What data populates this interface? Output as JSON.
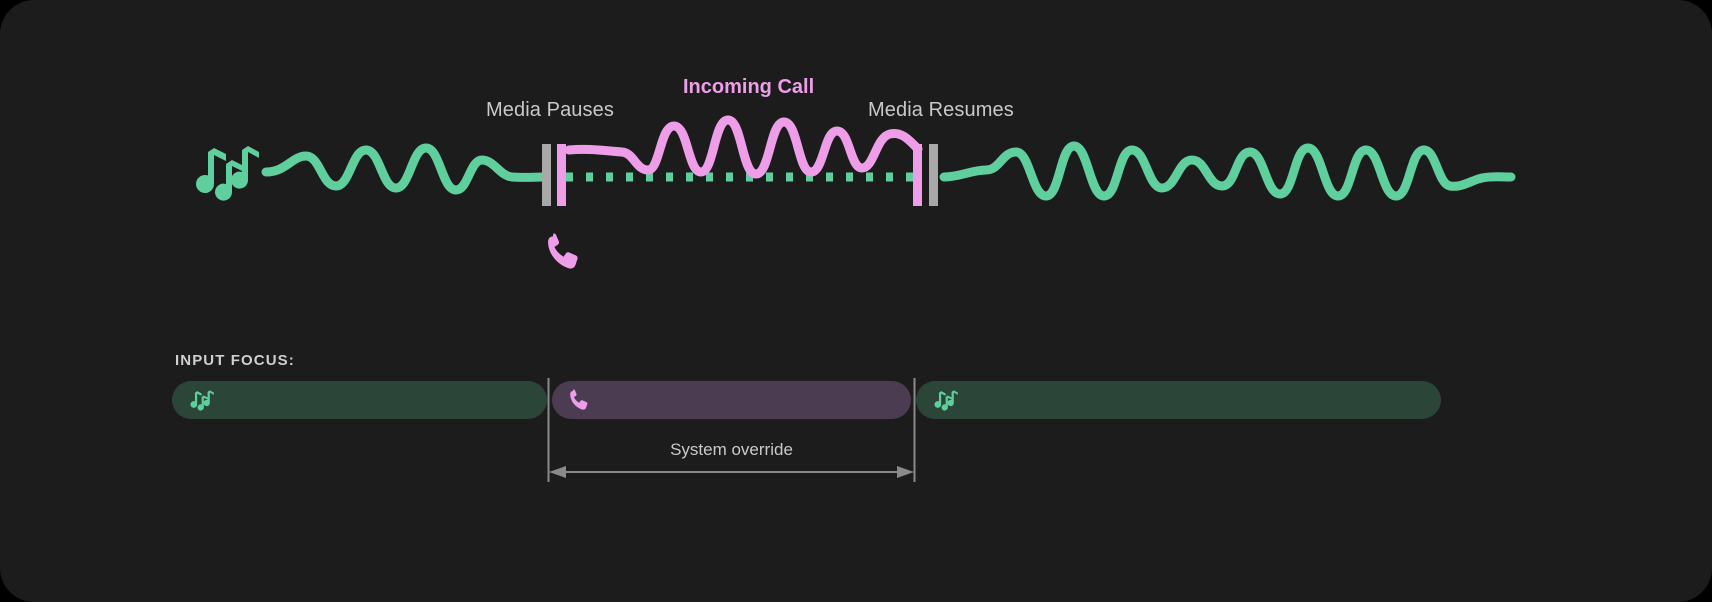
{
  "theme": {
    "background": "#000000",
    "card_bg": "#1c1c1c",
    "media_green": "#5fcf9e",
    "call_pink": "#ee9ee8",
    "marker_gray": "#a8a8a8",
    "label_gray": "#c9c9c9",
    "seg_media_bg": "#2c4539",
    "seg_call_bg": "#4c3c51"
  },
  "timeline": {
    "labels": {
      "media_pauses": "Media Pauses",
      "incoming_call": "Incoming Call",
      "media_resumes": "Media Resumes"
    },
    "icons": {
      "music": "music-notes-icon",
      "phone": "phone-icon"
    }
  },
  "input_focus": {
    "title": "INPUT FOCUS:",
    "segments": [
      {
        "name": "media-before",
        "icon": "music-notes-icon",
        "state": "media"
      },
      {
        "name": "call",
        "icon": "phone-icon",
        "state": "call"
      },
      {
        "name": "media-after",
        "icon": "music-notes-icon",
        "state": "media"
      }
    ],
    "override_label": "System override"
  }
}
